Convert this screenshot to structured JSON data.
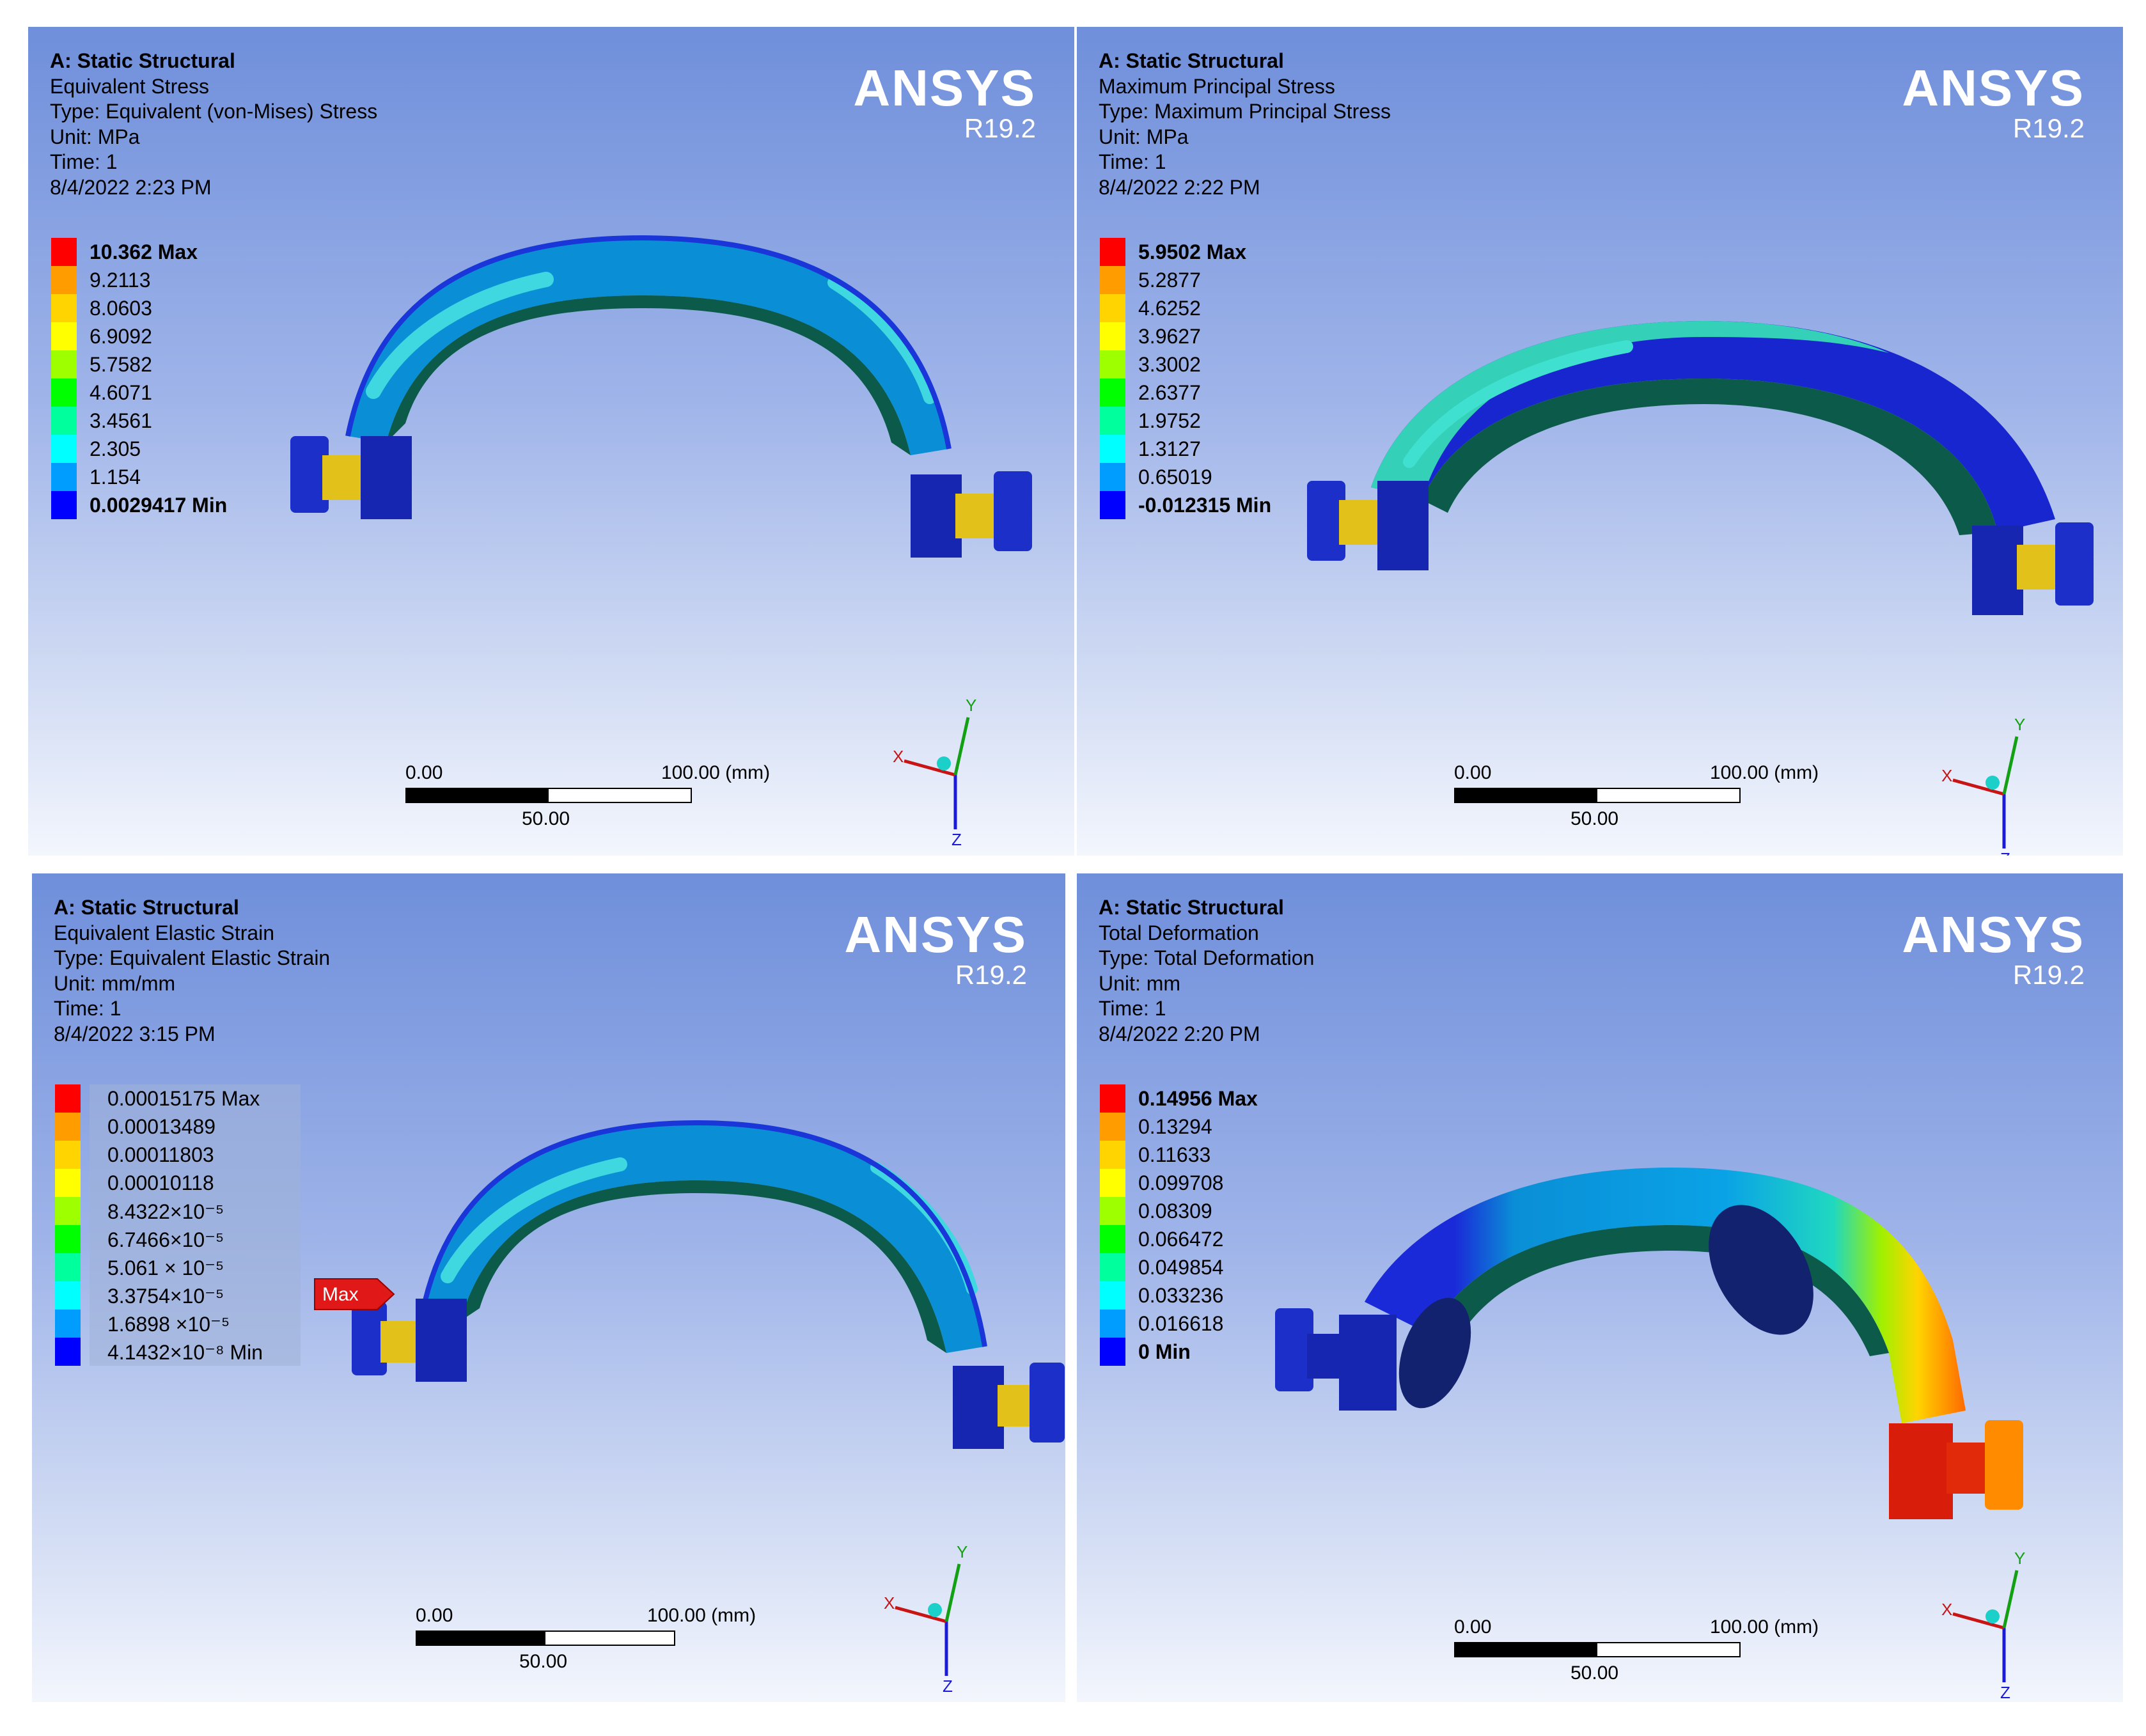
{
  "brand": {
    "name": "ANSYS",
    "version": "R19.2"
  },
  "scale": {
    "start": "0.00",
    "end": "100.00 (mm)",
    "mid": "50.00"
  },
  "triad": {
    "x": "X",
    "y": "Y",
    "z": "Z"
  },
  "panels": [
    {
      "title": "A: Static Structural",
      "result": "Equivalent Stress",
      "type": "Type: Equivalent (von-Mises) Stress",
      "unit": "Unit: MPa",
      "time": "Time: 1",
      "date": "8/4/2022 2:23 PM",
      "legend": [
        "10.362 Max",
        "9.2113",
        "8.0603",
        "6.9092",
        "5.7582",
        "4.6071",
        "3.4561",
        "2.305",
        "1.154",
        "0.0029417 Min"
      ]
    },
    {
      "title": "A: Static Structural",
      "result": "Maximum Principal Stress",
      "type": "Type: Maximum Principal Stress",
      "unit": "Unit: MPa",
      "time": "Time: 1",
      "date": "8/4/2022 2:22 PM",
      "legend": [
        "5.9502 Max",
        "5.2877",
        "4.6252",
        "3.9627",
        "3.3002",
        "2.6377",
        "1.9752",
        "1.3127",
        "0.65019",
        "-0.012315 Min"
      ]
    },
    {
      "title": "A: Static Structural",
      "result": "Equivalent Elastic Strain",
      "type": "Type: Equivalent Elastic Strain",
      "unit": "Unit: mm/mm",
      "time": "Time: 1",
      "date": "8/4/2022 3:15 PM",
      "legend": [
        "0.00015175 Max",
        "0.00013489",
        "0.00011803",
        "0.00010118",
        "8.4322×10⁻⁵",
        "6.7466×10⁻⁵",
        "5.061 × 10⁻⁵",
        "3.3754×10⁻⁵",
        "1.6898 ×10⁻⁵",
        "4.1432×10⁻⁸ Min"
      ],
      "max_tag": "Max"
    },
    {
      "title": "A: Static Structural",
      "result": "Total Deformation",
      "type": "Type: Total Deformation",
      "unit": "Unit: mm",
      "time": "Time: 1",
      "date": "8/4/2022 2:20 PM",
      "legend": [
        "0.14956 Max",
        "0.13294",
        "0.11633",
        "0.099708",
        "0.08309",
        "0.066472",
        "0.049854",
        "0.033236",
        "0.016618",
        "0 Min"
      ]
    }
  ],
  "legend_colors": [
    "#ff0000",
    "#ff9d00",
    "#ffd400",
    "#ffff00",
    "#9dff00",
    "#00ff00",
    "#00ff9d",
    "#00ffff",
    "#009dff",
    "#0000ff"
  ]
}
